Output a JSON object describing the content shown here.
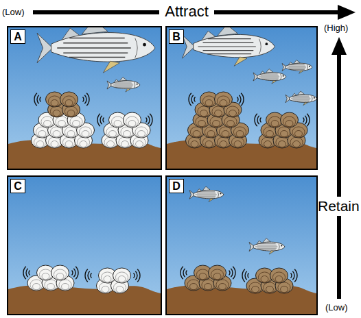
{
  "diagram": {
    "nodes": [
      {
        "text": [
          "A"
        ]
      },
      {
        "text": [
          "B"
        ]
      },
      {
        "text": [
          "C"
        ]
      },
      {
        "text": [
          "D"
        ]
      }
    ],
    "labels": [
      "(Low)",
      "Attract",
      "(High)",
      "Retain",
      "(Low)"
    ]
  }
}
